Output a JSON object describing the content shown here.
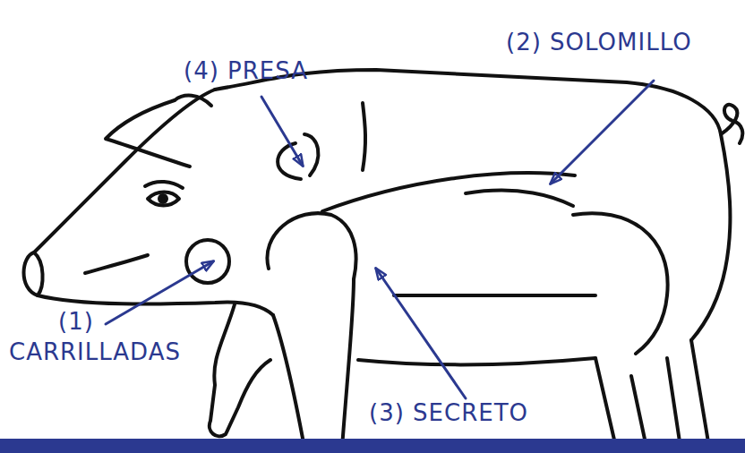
{
  "diagram": {
    "labels": [
      "(4) PRESA",
      "(2) SOLOMILLO",
      "(1) CARRILLADAS",
      "(3) SECRETO"
    ]
  }
}
